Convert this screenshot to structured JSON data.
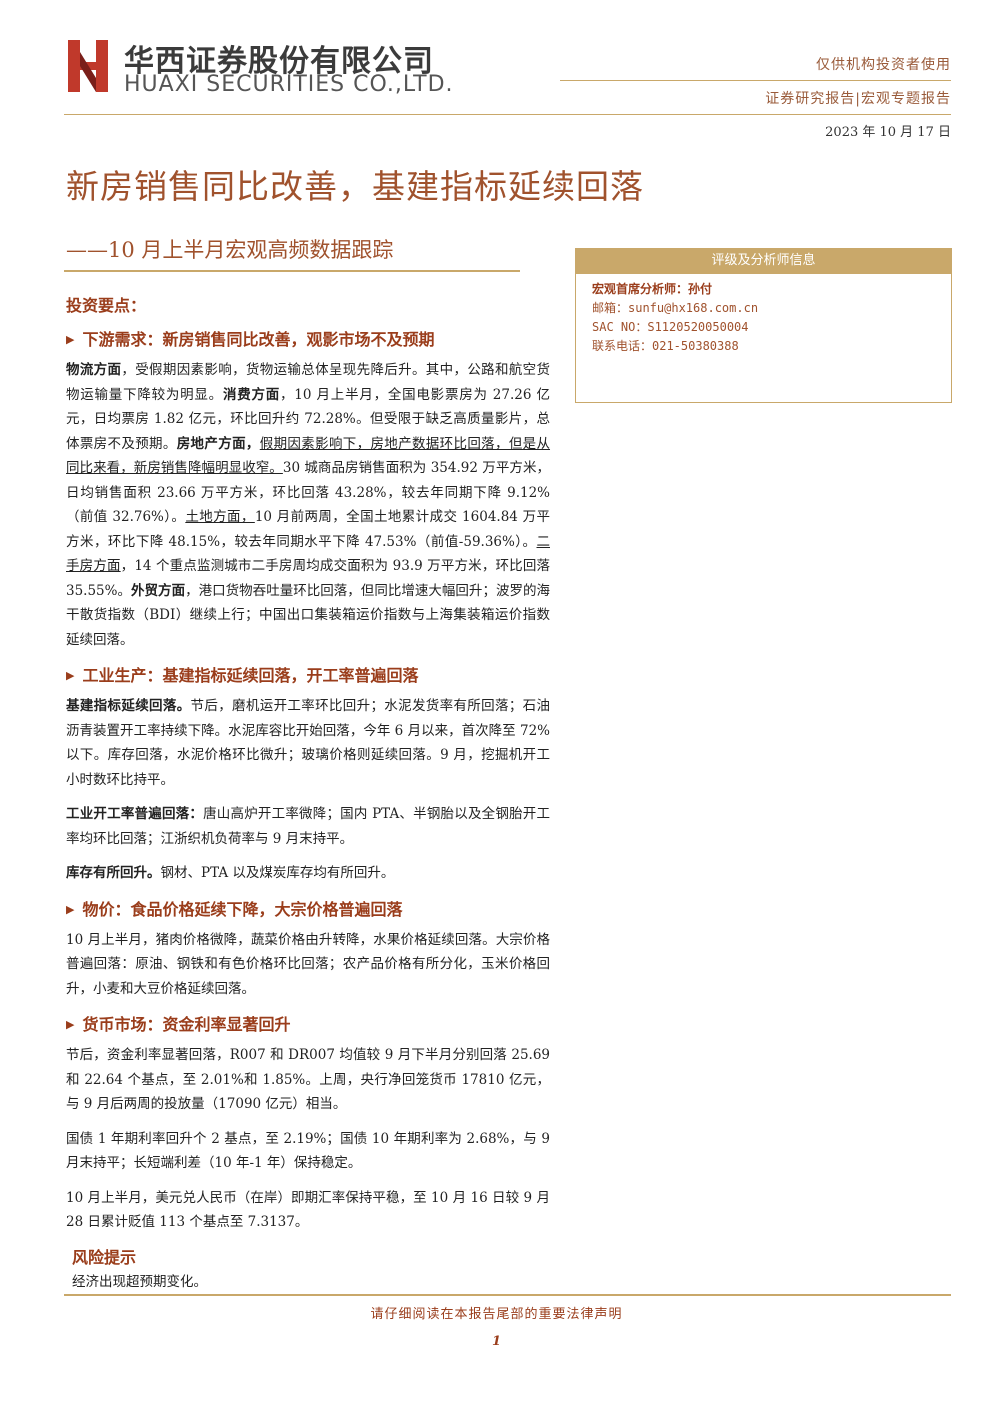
{
  "header": {
    "company_cn": "华西证券股份有限公司",
    "company_en": "HUAXI SECURITIES CO.,LTD.",
    "audience": "仅供机构投资者使用",
    "report_type": "证券研究报告|宏观专题报告",
    "date": "2023 年 10 月 17 日"
  },
  "title": "新房销售同比改善，基建指标延续回落",
  "subtitle": "——10 月上半月宏观高频数据跟踪",
  "analyst_box": {
    "heading": "评级及分析师信息",
    "role_name": "宏观首席分析师：孙付",
    "email": "邮箱：sunfu@hx168.com.cn",
    "sac": "SAC NO：S1120520050004",
    "phone": "联系电话：021-50380388"
  },
  "key_points_title": "投资要点：",
  "sections": [
    {
      "title": "下游需求：新房销售同比改善，观影市场不及预期",
      "p1_b1": "物流方面",
      "p1_t1": "，受假期因素影响，货物运输总体呈现先降后升。其中，公路和航空货物运输量下降较为明显。",
      "p1_b2": "消费方面",
      "p1_t2": "，10 月上半月，全国电影票房为 27.26 亿元，日均票房 1.82 亿元，环比回升约 72.28%。但受限于缺乏高质量影片，总体票房不及预期。",
      "p1_b3": "房地产方面，",
      "p1_u1": "假期因素影响下，房地产数据环比回落，但是从同比来看，新房销售降幅明显收窄。",
      "p1_t3": "30 城商品房销售面积为 354.92 万平方米，日均销售面积 23.66 万平方米，环比回落 43.28%，较去年同期下降 9.12%（前值 32.76%）。",
      "p1_u2": "土地方面，",
      "p1_t4": "10 月前两周，全国土地累计成交 1604.84 万平方米，环比下降 48.15%，较去年同期水平下降 47.53%（前值-59.36%）。",
      "p1_u3": "二手房方面",
      "p1_t5": "，14 个重点监测城市二手房周均成交面积为 93.9 万平方米，环比回落 35.55%。",
      "p1_b4": "外贸方面",
      "p1_t6": "，港口货物吞吐量环比回落，但同比增速大幅回升；波罗的海干散货指数（BDI）继续上行；中国出口集装箱运价指数与上海集装箱运价指数延续回落。"
    },
    {
      "title": "工业生产：基建指标延续回落，开工率普遍回落",
      "p1_b1": "基建指标延续回落。",
      "p1_t1": "节后，磨机运开工率环比回升；水泥发货率有所回落；石油沥青装置开工率持续下降。水泥库容比开始回落，今年 6 月以来，首次降至 72%以下。库存回落，水泥价格环比微升；玻璃价格则延续回落。9 月，挖掘机开工小时数环比持平。",
      "p2_b1": "工业开工率普遍回落：",
      "p2_t1": "唐山高炉开工率微降；国内 PTA、半钢胎以及全钢胎开工率均环比回落；江浙织机负荷率与 9 月末持平。",
      "p3_b1": "库存有所回升。",
      "p3_t1": "钢材、PTA 以及煤炭库存均有所回升。"
    },
    {
      "title": "物价：食品价格延续下降，大宗价格普遍回落",
      "p1_t1": "10 月上半月，猪肉价格微降，蔬菜价格由升转降，水果价格延续回落。大宗价格普遍回落：原油、钢铁和有色价格环比回落；农产品价格有所分化，玉米价格回升，小麦和大豆价格延续回落。"
    },
    {
      "title": "货币市场：资金利率显著回升",
      "p1_t1": "节后，资金利率显著回落，R007 和 DR007 均值较 9 月下半月分别回落 25.69 和 22.64 个基点，至 2.01%和 1.85%。上周，央行净回笼货币 17810 亿元，与 9 月后两周的投放量（17090 亿元）相当。",
      "p2_t1": "国债 1 年期利率回升个 2 基点，至 2.19%；国债 10 年期利率为 2.68%，与 9 月末持平；长短端利差（10 年-1 年）保持稳定。",
      "p3_t1": "10 月上半月，美元兑人民币（在岸）即期汇率保持平稳，至 10 月 16 日较 9 月 28 日累计贬值 113 个基点至 7.3137。"
    }
  ],
  "risk": {
    "title": "风险提示",
    "text": "经济出现超预期变化。"
  },
  "footer": {
    "notice": "请仔细阅读在本报告尾部的重要法律声明",
    "page": "1"
  },
  "colors": {
    "brand_red": "#c0392b",
    "accent_brown": "#9a3d1b",
    "gold_rule": "#c9a86a"
  }
}
